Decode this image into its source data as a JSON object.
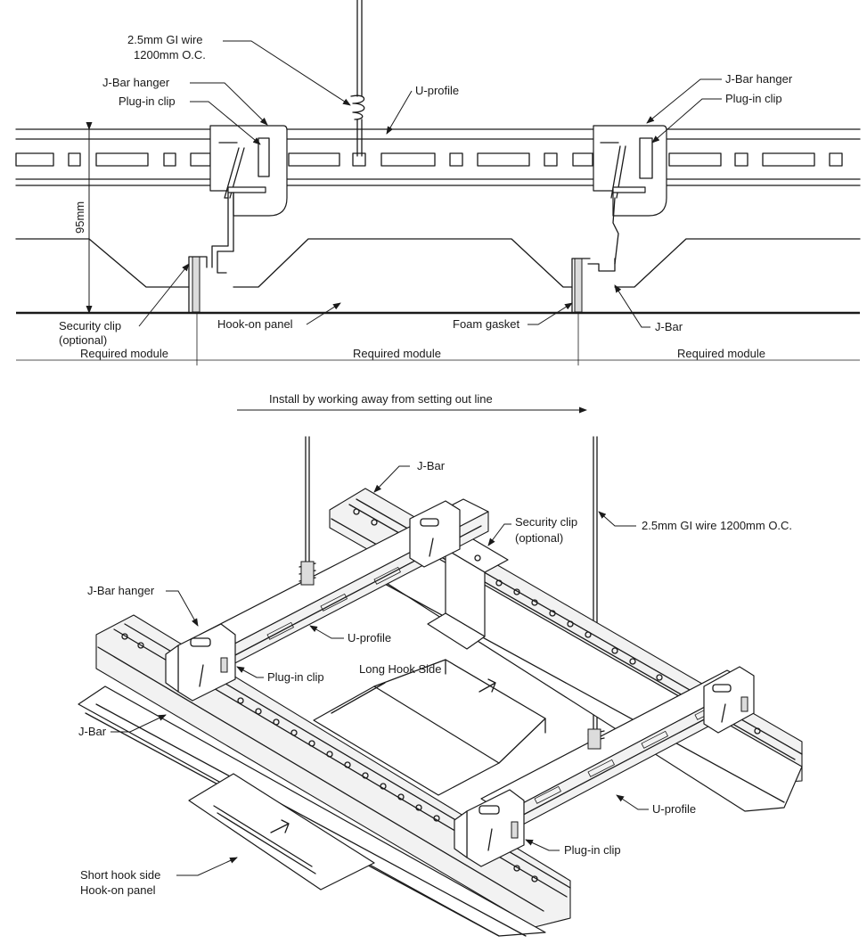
{
  "section": {
    "labels": {
      "gi_wire_line1": "2.5mm GI wire",
      "gi_wire_line2": "1200mm O.C.",
      "jbar_hanger_left": "J-Bar hanger",
      "plugin_clip_left": "Plug-in clip",
      "u_profile": "U-profile",
      "jbar_hanger_right": "J-Bar hanger",
      "plugin_clip_right": "Plug-in clip",
      "height_dim": "95mm",
      "security_clip_line1": "Security clip",
      "security_clip_line2": "(optional)",
      "hook_on_panel": "Hook-on panel",
      "foam_gasket": "Foam gasket",
      "j_bar": "J-Bar"
    },
    "modules": [
      "Required module",
      "Required module",
      "Required module"
    ]
  },
  "install_note": "Install by working away from setting out line",
  "isometric": {
    "labels": {
      "j_bar_top": "J-Bar",
      "security_clip_line1": "Security clip",
      "security_clip_line2": "(optional)",
      "gi_wire": "2.5mm GI wire 1200mm O.C.",
      "jbar_hanger": "J-Bar hanger",
      "u_profile_upper": "U-profile",
      "plugin_clip_upper": "Plug-in clip",
      "long_hook_side": "Long Hook Side",
      "j_bar_left": "J-Bar",
      "u_profile_lower": "U-profile",
      "plugin_clip_lower": "Plug-in clip",
      "short_hook_line1": "Short hook side",
      "short_hook_line2": "Hook-on panel"
    }
  }
}
